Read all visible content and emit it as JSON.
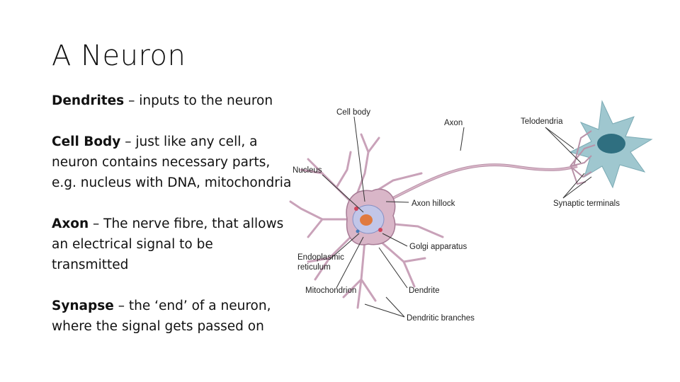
{
  "slide": {
    "title": "A Neuron",
    "bullets": [
      {
        "term": "Dendrites",
        "text": " – inputs to the neuron"
      },
      {
        "term": "Cell Body",
        "text": " – just like any cell, a neuron contains necessary parts, e.g. nucleus with DNA, mitochondria"
      },
      {
        "term": "Axon",
        "text": " – The nerve fibre, that allows an electrical signal to be transmitted"
      },
      {
        "term": "Synapse",
        "text": " – the ‘end’ of a neuron, where the signal gets passed on"
      }
    ]
  },
  "diagram": {
    "labels": {
      "cell_body": "Cell body",
      "axon": "Axon",
      "telodendria": "Telodendria",
      "nucleus": "Nucleus",
      "axon_hillock": "Axon hillock",
      "synaptic_terminals": "Synaptic terminals",
      "golgi": "Golgi apparatus",
      "er_line1": "Endoplasmic",
      "er_line2": "reticulum",
      "mitochondrion": "Mitochondrion",
      "dendrite": "Dendrite",
      "dendritic_branches": "Dendritic branches"
    },
    "colors": {
      "neuron_body": "#d9b6c8",
      "neuron_edge": "#a77b95",
      "target_cell": "#9fc7cf",
      "target_nucleus": "#2f6f80",
      "nucleus": "#9aa6d6",
      "leader_line": "#333333"
    }
  }
}
